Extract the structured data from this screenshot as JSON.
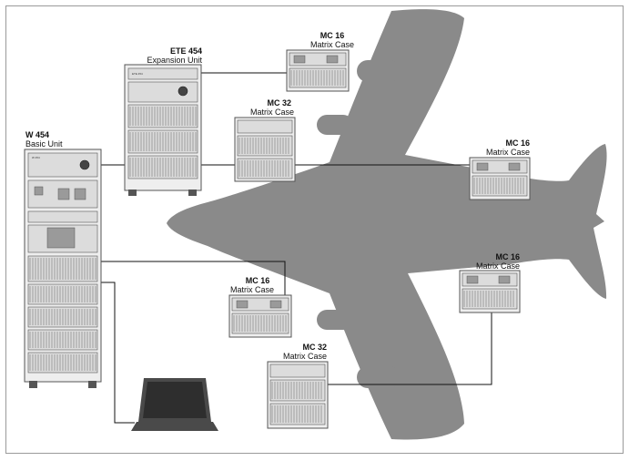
{
  "colors": {
    "aircraft": "#8a8a8a",
    "cable": "#111111",
    "cabinet_fill": "#eeeeee",
    "cabinet_stroke": "#555555",
    "module_fill": "#dcdcdc",
    "card_stripe": "#8c8c8c",
    "laptop_body": "#4a4a4a",
    "laptop_screen": "#2e2e2e"
  },
  "units": {
    "basic_unit": {
      "title": "W 454",
      "subtitle": "Basic Unit",
      "type": "rack-cabinet-large"
    },
    "expansion_unit": {
      "title": "ETE 454",
      "subtitle": "Expansion Unit",
      "type": "rack-cabinet-small"
    },
    "mc16_top": {
      "title": "MC 16",
      "subtitle": "Matrix Case",
      "type": "matrix-case-16"
    },
    "mc32_top": {
      "title": "MC 32",
      "subtitle": "Matrix Case",
      "type": "matrix-case-32"
    },
    "mc16_right": {
      "title": "MC 16",
      "subtitle": "Matrix Case",
      "type": "matrix-case-16"
    },
    "mc16_lower_right": {
      "title": "MC 16",
      "subtitle": "Matrix Case",
      "type": "matrix-case-16"
    },
    "mc16_bottom": {
      "title": "MC 16",
      "subtitle": "Matrix Case",
      "type": "matrix-case-16"
    },
    "mc32_bottom": {
      "title": "MC 32",
      "subtitle": "Matrix Case",
      "type": "matrix-case-32"
    }
  },
  "icons": {
    "aircraft": "airplane-silhouette-icon",
    "laptop": "laptop-icon"
  }
}
